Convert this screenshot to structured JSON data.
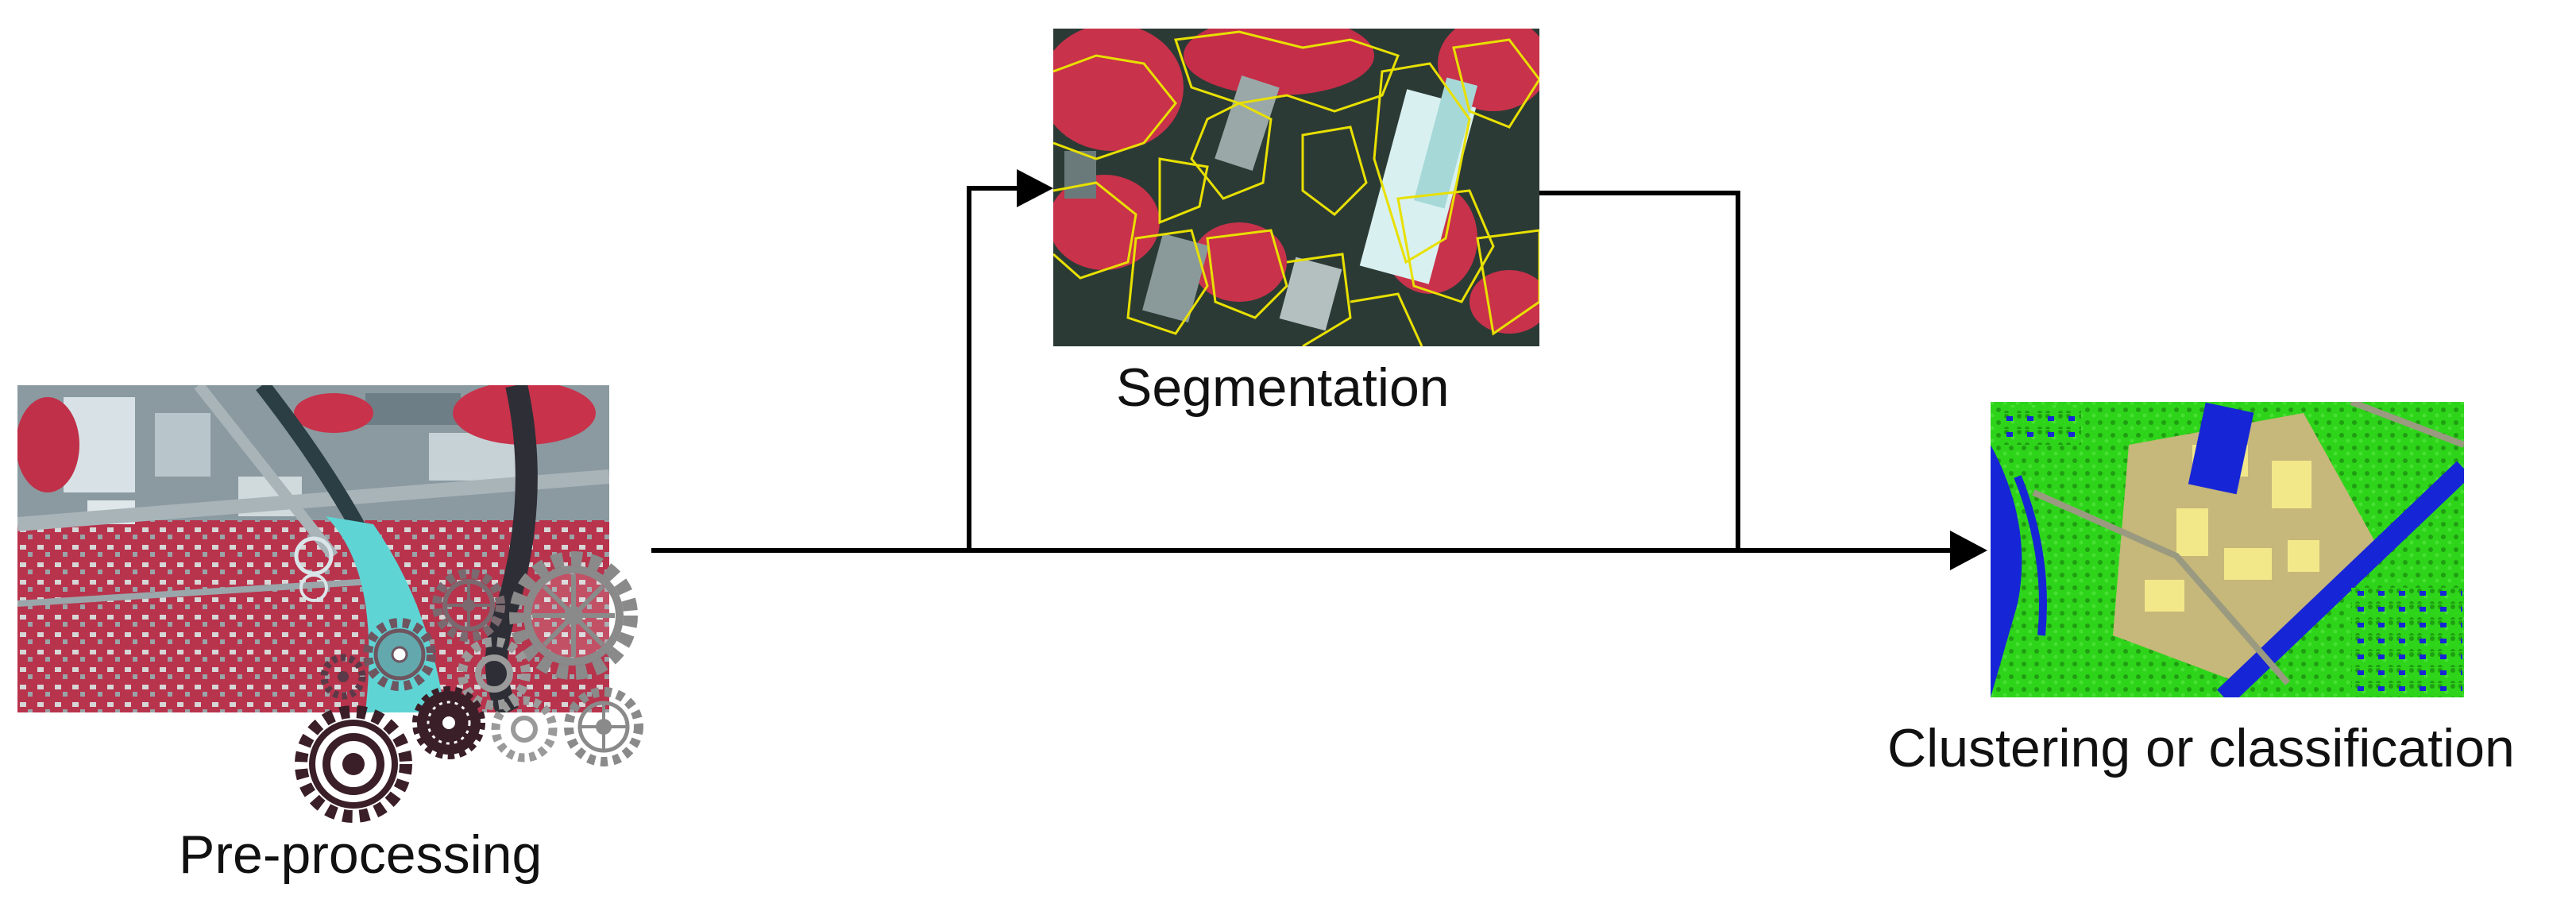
{
  "stages": {
    "preprocessing": {
      "label": "Pre-processing",
      "icon": "gears-icon"
    },
    "segmentation": {
      "label": "Segmentation",
      "boundary_color": "#e8e000"
    },
    "classification": {
      "label": "Clustering or classification"
    }
  },
  "colors": {
    "arrow": "#000000",
    "vegetation_ir": "#c8324a",
    "urban_gray": "#7a8a92",
    "water_cyan": "#5fd4d4",
    "class_green": "#2ed41a",
    "class_blue": "#1626d6",
    "class_yellow": "#f2e88a",
    "gear_dark": "#3a1e28",
    "gear_gray": "#8a8a8a"
  }
}
